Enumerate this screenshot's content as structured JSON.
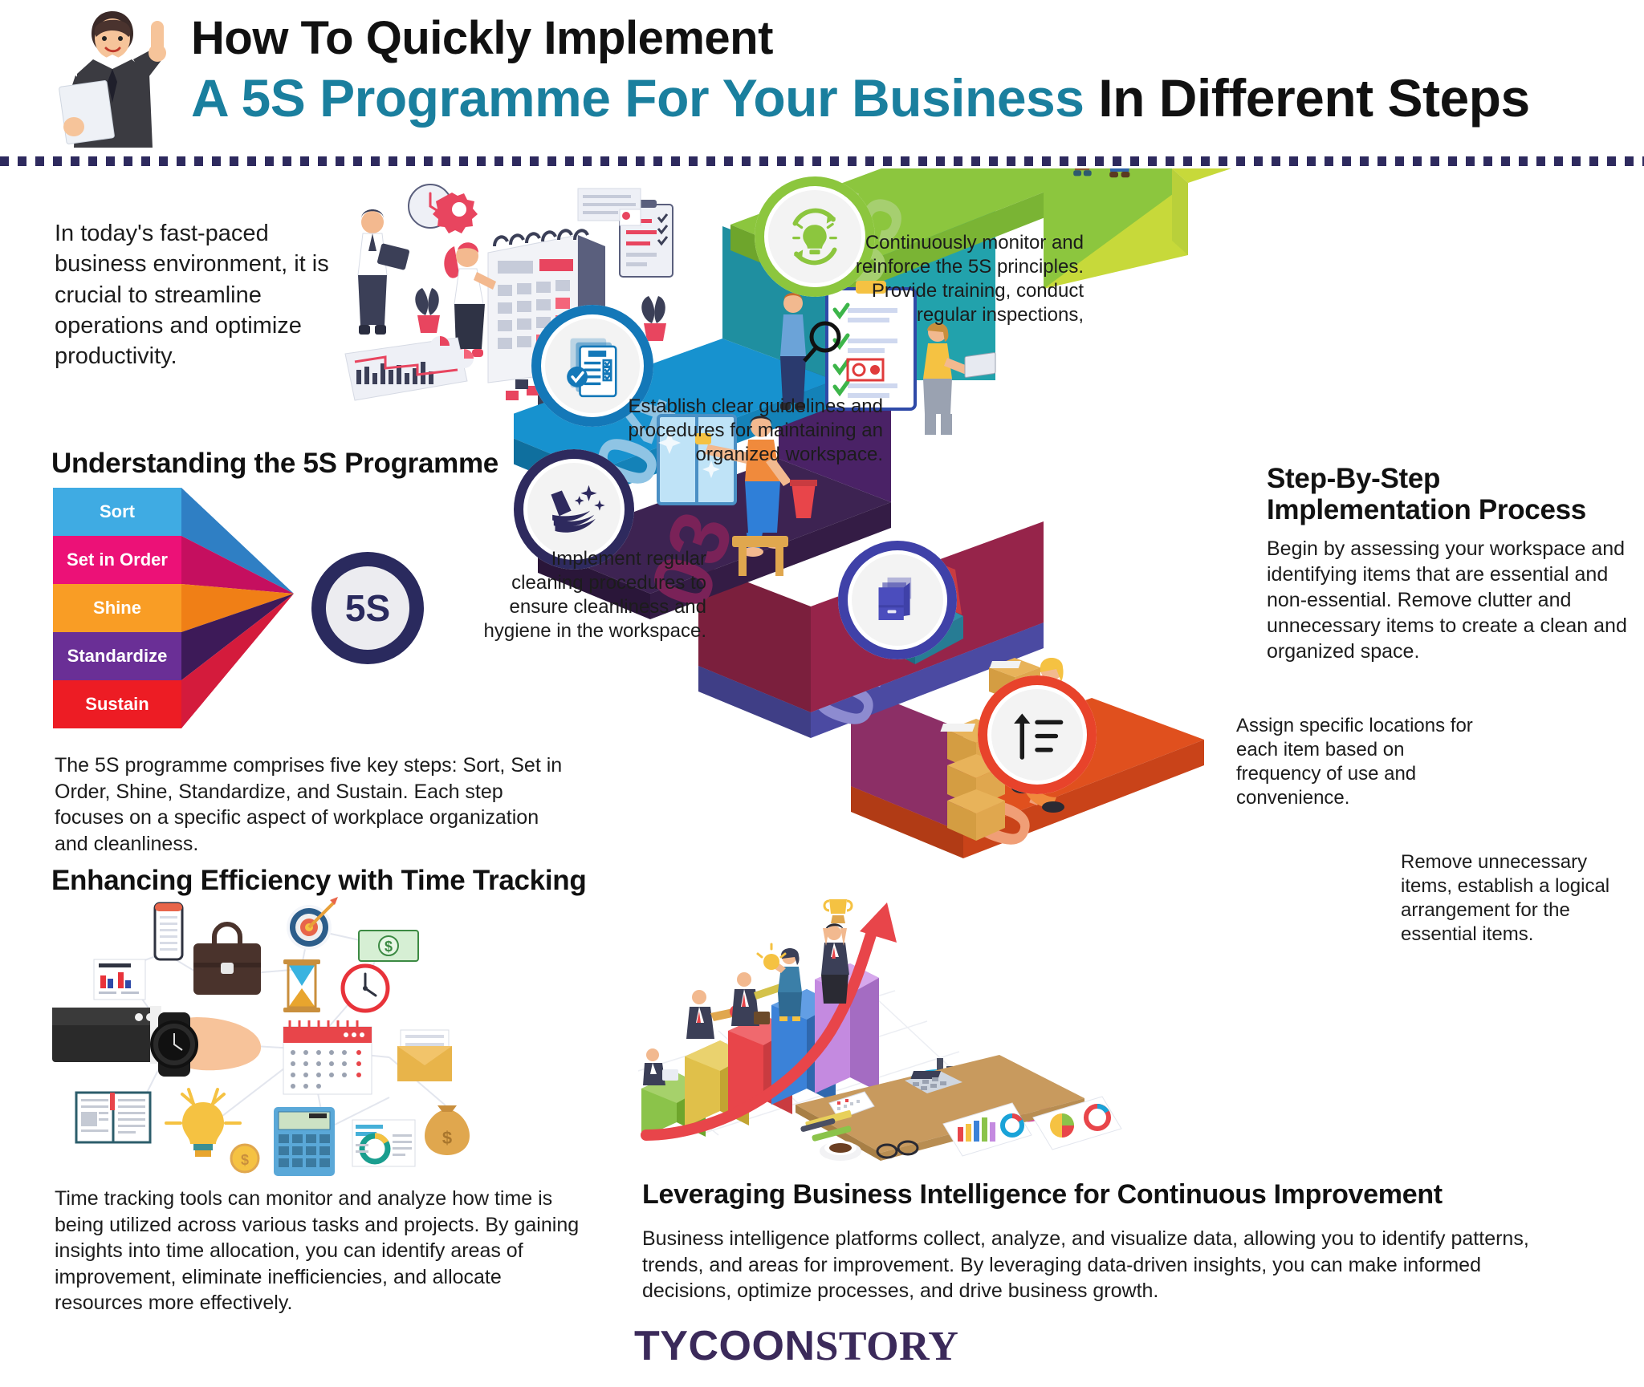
{
  "header": {
    "title_line1": "How To Quickly Implement",
    "title_line2_accent": "A 5S Programme For Your Business",
    "title_line2_rest": " In Different Steps",
    "mascot_icon": "businessman-pointing-icon"
  },
  "intro": {
    "text": "In today's fast-paced business environment, it is crucial to streamline operations and optimize productivity."
  },
  "understanding": {
    "heading": "Understanding the 5S Programme",
    "paragraph": "The 5S programme comprises five key steps: Sort, Set in Order, Shine, Standardize, and Sustain. Each step focuses on a specific aspect of workplace organization and cleanliness.",
    "center_label": "5S",
    "bands": [
      {
        "label": "Sort",
        "color": "#3fabe3",
        "shade": "#2f7fc4"
      },
      {
        "label": "Set in Order",
        "color": "#ec1177",
        "shade": "#c50f5f"
      },
      {
        "label": "Shine",
        "color": "#f99d25",
        "shade": "#f07f16"
      },
      {
        "label": "Standardize",
        "color": "#6a2f96",
        "shade": "#3d1a58"
      },
      {
        "label": "Sustain",
        "color": "#ed1c24",
        "shade": "#d41b3c"
      }
    ]
  },
  "time_tracking": {
    "heading": "Enhancing Efficiency with Time Tracking",
    "paragraph": "Time tracking tools can monitor and analyze how time is being utilized across various tasks and projects. By gaining insights into time allocation, you can identify areas of improvement, eliminate inefficiencies, and allocate resources more effectively.",
    "icons": [
      "phone-icon",
      "briefcase-icon",
      "target-icon",
      "banknote-icon",
      "bar-chart-icon",
      "hourglass-icon",
      "clock-icon",
      "wristwatch-hand-icon",
      "calendar-icon",
      "envelope-icon",
      "book-icon",
      "lightbulb-icon",
      "calculator-icon",
      "report-icon",
      "money-bag-icon",
      "coin-icon"
    ]
  },
  "business_intelligence": {
    "heading": "Leveraging Business Intelligence for Continuous Improvement",
    "paragraph": "Business intelligence platforms collect, analyze, and visualize data, allowing you to identify patterns, trends, and areas for improvement. By leveraging data-driven insights, you can make informed decisions, optimize processes, and drive business growth."
  },
  "step_by_step": {
    "heading_line1": "Step-By-Step",
    "heading_line2": "Implementation Process",
    "paragraph": "Begin by assessing your workspace and identifying items that are essential and non-essential. Remove clutter and unnecessary items to create a clean and organized space."
  },
  "steps": [
    {
      "number": "01",
      "color": "#e0501e",
      "side_color": "#b13b15",
      "callout": "Remove unnecessary items, establish a logical arrangement for the essential items.",
      "badge_icon": "sort-arrows-icon",
      "badge_color": "#e8432b",
      "scene_icon": "woman-carrying-boxes-icon"
    },
    {
      "number": "02",
      "color": "#5d5bbf",
      "side_color": "#3f3e86",
      "callout": "Assign specific locations for each item based on frequency of use and convenience.",
      "badge_icon": "file-cabinet-icon",
      "badge_color": "#3f41a8",
      "scene_icon": "books-organizer-icon"
    },
    {
      "number": "03",
      "color": "#3d2352",
      "side_color": "#2a1639",
      "callout": "Implement regular cleaning procedures to ensure cleanliness and hygiene in the workspace.",
      "badge_icon": "broom-sparkle-icon",
      "badge_color": "#2e2a5e",
      "scene_icon": "man-cleaning-window-icon"
    },
    {
      "number": "04",
      "color": "#1792cf",
      "side_color": "#0f6f9e",
      "callout": "Establish clear guidelines and procedures for maintaining an organized workspace.",
      "badge_icon": "checklist-document-icon",
      "badge_color": "#1478b8",
      "scene_icon": "audit-clipboard-icon"
    },
    {
      "number": "05",
      "color": "#8cc63e",
      "side_color": "#6ea52c",
      "callout": "Continuously monitor and reinforce the 5S principles. Provide training, conduct regular inspections,",
      "badge_icon": "lightbulb-cycle-icon",
      "badge_color": "#7cbc2e",
      "scene_icon": "handshake-businessmen-icon"
    }
  ],
  "footer": {
    "logo_bold": "TYCOON",
    "logo_serif": "STORY"
  },
  "colors": {
    "accent_teal": "#1a7f9e",
    "navy": "#2a2a5e",
    "logo_purple": "#3b2a5a"
  }
}
